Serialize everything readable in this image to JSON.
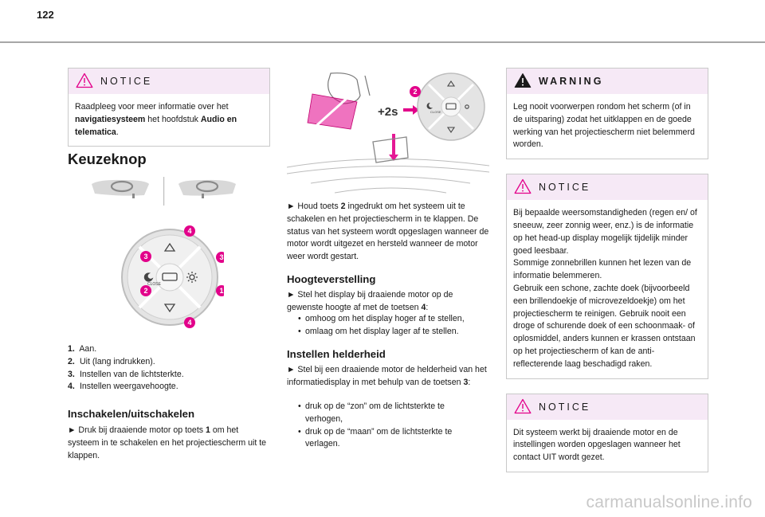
{
  "page": {
    "number": "122"
  },
  "col1": {
    "notice": {
      "title": "NOTICE",
      "line1": "Raadpleeg voor meer informatie over het",
      "bold1": "navigatiesysteem",
      "mid": " het hoofdstuk ",
      "bold2": "Audio en telematica",
      "end": "."
    },
    "heading": "Keuzeknop",
    "knob": {
      "center_label": "CLOSE",
      "callouts": [
        "4",
        "3",
        "3",
        "2",
        "1",
        "4"
      ]
    },
    "list": [
      {
        "n": "1.",
        "text": "Aan."
      },
      {
        "n": "2.",
        "text": "Uit (lang indrukken)."
      },
      {
        "n": "3.",
        "text": "Instellen van de lichtsterkte."
      },
      {
        "n": "4.",
        "text": "Instellen weergavehoogte."
      }
    ],
    "subheading": "Inschakelen/uitschakelen",
    "para": {
      "pre": "► Druk bij draaiende motor op toets ",
      "bold": "1",
      "post": " om het systeem in te schakelen en het projectiescherm uit te klappen."
    }
  },
  "col2": {
    "illustration": {
      "hold_label": "+2s",
      "callout": "2",
      "center_label": "CLOSE"
    },
    "para1": {
      "pre": "► Houd toets ",
      "bold": "2",
      "post": " ingedrukt om het systeem uit te schakelen en het projectiescherm in te klappen. De status van het systeem wordt opgeslagen wanneer de motor wordt uitgezet en hersteld wanneer de motor weer wordt gestart."
    },
    "heading1": "Hoogteverstelling",
    "para2": {
      "pre": "► Stel het display bij draaiende motor op de gewenste hoogte af met de toetsen ",
      "bold": "4",
      "post": ":"
    },
    "bullets1": [
      "omhoog om het display hoger af te stellen,",
      "omlaag om het display lager af te stellen."
    ],
    "heading2": "Instellen helderheid",
    "para3": {
      "pre": "► Stel bij een draaiende motor de helderheid van het informatiedisplay in met behulp van de toetsen ",
      "bold": "3",
      "post": ":"
    },
    "bullets2": [
      "druk op de “zon” om de lichtsterkte te verhogen,",
      "druk op de “maan” om de lichtsterkte te verlagen."
    ]
  },
  "col3": {
    "warning": {
      "title": "WARNING",
      "text": "Leg nooit voorwerpen rondom het scherm (of in de uitsparing) zodat het uitklappen en de goede werking van het projectiescherm niet belemmerd worden."
    },
    "notice2": {
      "title": "NOTICE",
      "p1": "Bij bepaalde weersomstandigheden (regen en/ of sneeuw, zeer zonnig weer, enz.) is de informatie op het head-up display mogelijk tijdelijk minder goed leesbaar.",
      "p2": "Sommige zonnebrillen kunnen het lezen van de informatie belemmeren.",
      "p3": "Gebruik een schone, zachte doek (bijvoorbeeld een brillendoekje of microvezeldoekje) om het projectiescherm te reinigen. Gebruik nooit een droge of schurende doek of een schoonmaak- of oplosmiddel, anders kunnen er krassen ontstaan op het projectiescherm of kan de anti-reflecterende laag beschadigd raken."
    },
    "notice3": {
      "title": "NOTICE",
      "text": "Dit systeem werkt bij draaiende motor en de instellingen worden opgeslagen wanneer het contact UIT wordt gezet."
    }
  },
  "footer": {
    "watermark": "carmanualsonline.info"
  },
  "colors": {
    "accent": "#e2008a",
    "box_header": "#f6e9f6",
    "box_border": "#c9c9c9"
  }
}
